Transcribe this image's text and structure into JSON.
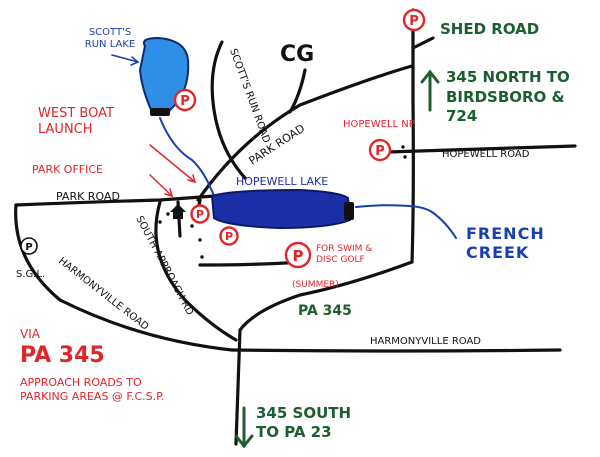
{
  "colors": {
    "road": "#111111",
    "lake": "#1a2fa8",
    "scotts_lake": "#2f8fe6",
    "creek": "#1a3fb0",
    "parking": "#e0262a",
    "green_text": "#1d5e2e"
  },
  "lakes": {
    "scotts_run_lake": "SCOTT'S RUN LAKE",
    "hopewell_lake": "HOPEWELL LAKE"
  },
  "creek": {
    "label": "FRENCH CREEK"
  },
  "roads": {
    "park_road_west": "PARK ROAD",
    "park_road_north": "PARK ROAD",
    "scotts_run_road": "SCOTT'S RUN ROAD",
    "south_approach_rd": "SOUTH APPROACH RD",
    "harmonyville_road_west": "HARMONYVILLE ROAD",
    "harmonyville_road_east": "HARMONYVILLE ROAD",
    "hopewell_road": "HOPEWELL ROAD",
    "pa345": "PA 345",
    "shed_road": "SHED ROAD"
  },
  "places": {
    "cg": "CG",
    "west_boat_launch": "WEST BOAT LAUNCH",
    "park_office": "PARK OFFICE",
    "hopewell_np": "HOPEWELL NP",
    "sgl": "S.G.L.",
    "swim_disc_golf": "FOR SWIM & DISC GOLF",
    "summer": "(SUMMER)"
  },
  "parking_symbol": "P",
  "directions": {
    "north": "345 NORTH TO BIRDSBORO & 724",
    "south": "345 SOUTH TO PA 23"
  },
  "legend": {
    "via": "VIA",
    "route": "PA 345",
    "note": "APPROACH ROADS TO PARKING AREAS @ F.C.S.P."
  },
  "icons": {
    "park_office": "home-icon",
    "parking": "parking-sign-icon",
    "arrow_north": "arrow-up-icon",
    "arrow_south": "arrow-down-icon"
  }
}
